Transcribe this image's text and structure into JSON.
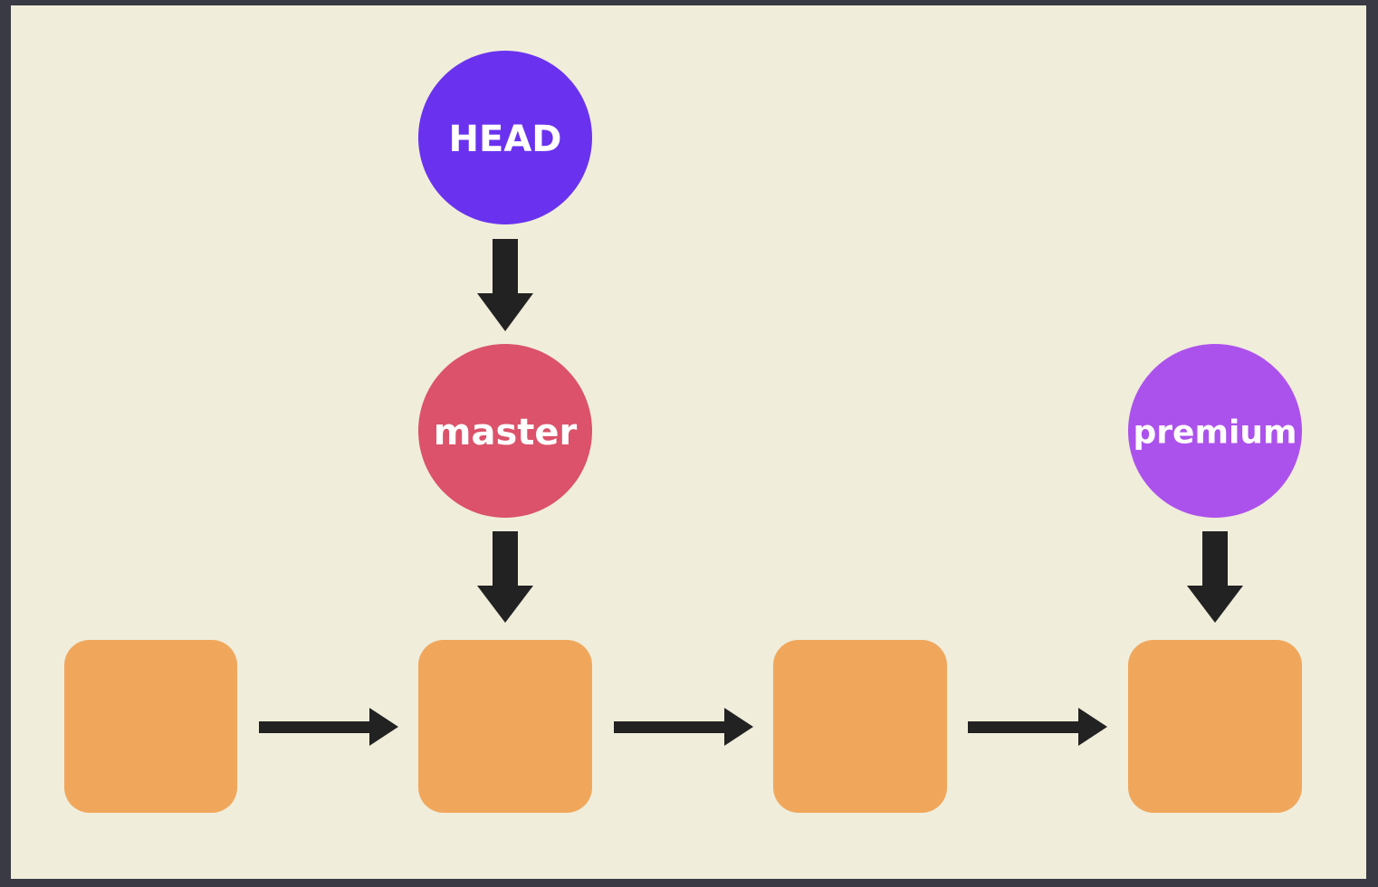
{
  "refs": {
    "head": {
      "label": "HEAD",
      "color": "#6a32ee"
    },
    "master": {
      "label": "master",
      "color": "#db526a"
    },
    "premium": {
      "label": "premium",
      "color": "#ac52ec"
    }
  },
  "commits": {
    "count": 4,
    "color": "#f0a75c"
  },
  "arrow_color": "#222222"
}
